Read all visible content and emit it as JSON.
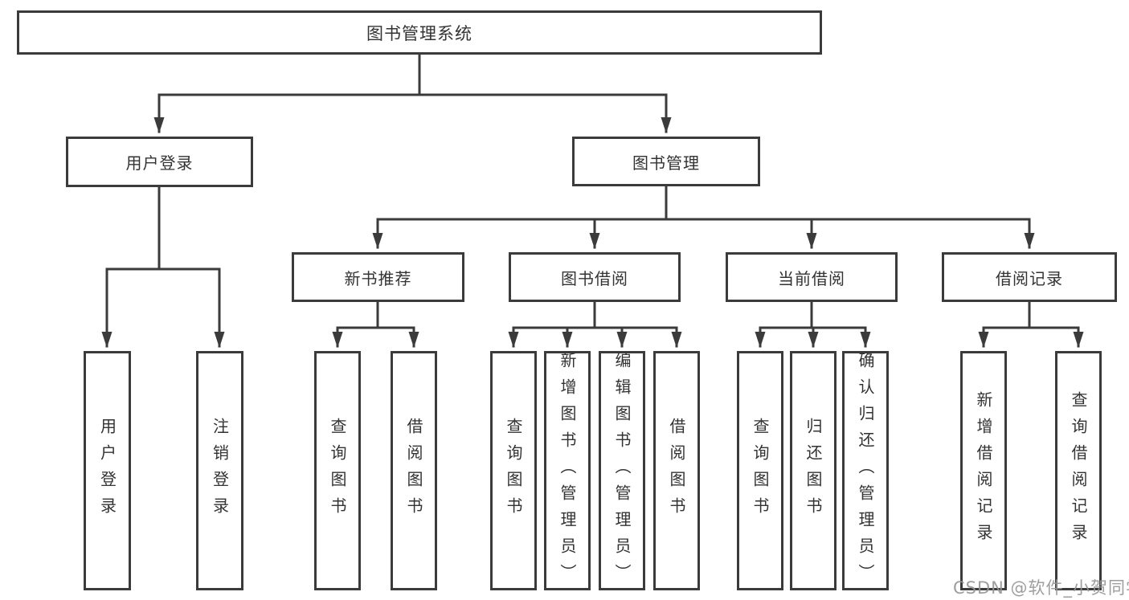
{
  "diagram_title": "图书管理系统",
  "watermark": {
    "text": "CSDN @软件_小贺同学"
  },
  "colors": {
    "line": "#3b3b3b",
    "text": "#333333",
    "box_background": "#ffffff",
    "watermark": "#969696"
  },
  "nodes": {
    "root": {
      "label": "图书管理系统",
      "level": 1
    },
    "user_login": {
      "label": "用户登录",
      "level": 2,
      "parent": "root"
    },
    "book_mgmt": {
      "label": "图书管理",
      "level": 2,
      "parent": "root"
    },
    "new_book_rec": {
      "label": "新书推荐",
      "level": 3,
      "parent": "book_mgmt"
    },
    "book_borrow": {
      "label": "图书借阅",
      "level": 3,
      "parent": "book_mgmt"
    },
    "current_borrow": {
      "label": "当前借阅",
      "level": 3,
      "parent": "book_mgmt"
    },
    "borrow_record": {
      "label": "借阅记录",
      "level": 3,
      "parent": "book_mgmt"
    },
    "leaf_user_login": {
      "label": "用户登录",
      "level": 4,
      "parent": "user_login"
    },
    "leaf_logout": {
      "label": "注销登录",
      "level": 4,
      "parent": "user_login"
    },
    "leaf_query_book_rec": {
      "label": "查询图书",
      "level": 4,
      "parent": "new_book_rec"
    },
    "leaf_borrow_book_rec": {
      "label": "借阅图书",
      "level": 4,
      "parent": "new_book_rec"
    },
    "leaf_query_book_borrow": {
      "label": "查询图书",
      "level": 4,
      "parent": "book_borrow"
    },
    "leaf_add_book": {
      "label": "新增图书（管理员）",
      "level": 4,
      "parent": "book_borrow"
    },
    "leaf_edit_book": {
      "label": "编辑图书（管理员）",
      "level": 4,
      "parent": "book_borrow"
    },
    "leaf_borrow_book": {
      "label": "借阅图书",
      "level": 4,
      "parent": "book_borrow"
    },
    "leaf_query_book_current": {
      "label": "查询图书",
      "level": 4,
      "parent": "current_borrow"
    },
    "leaf_return_book": {
      "label": "归还图书",
      "level": 4,
      "parent": "current_borrow"
    },
    "leaf_confirm_return": {
      "label": "确认归还（管理员）",
      "level": 4,
      "parent": "current_borrow"
    },
    "leaf_add_record": {
      "label": "新增借阅记录",
      "level": 4,
      "parent": "borrow_record"
    },
    "leaf_query_record": {
      "label": "查询借阅记录",
      "level": 4,
      "parent": "borrow_record"
    }
  }
}
